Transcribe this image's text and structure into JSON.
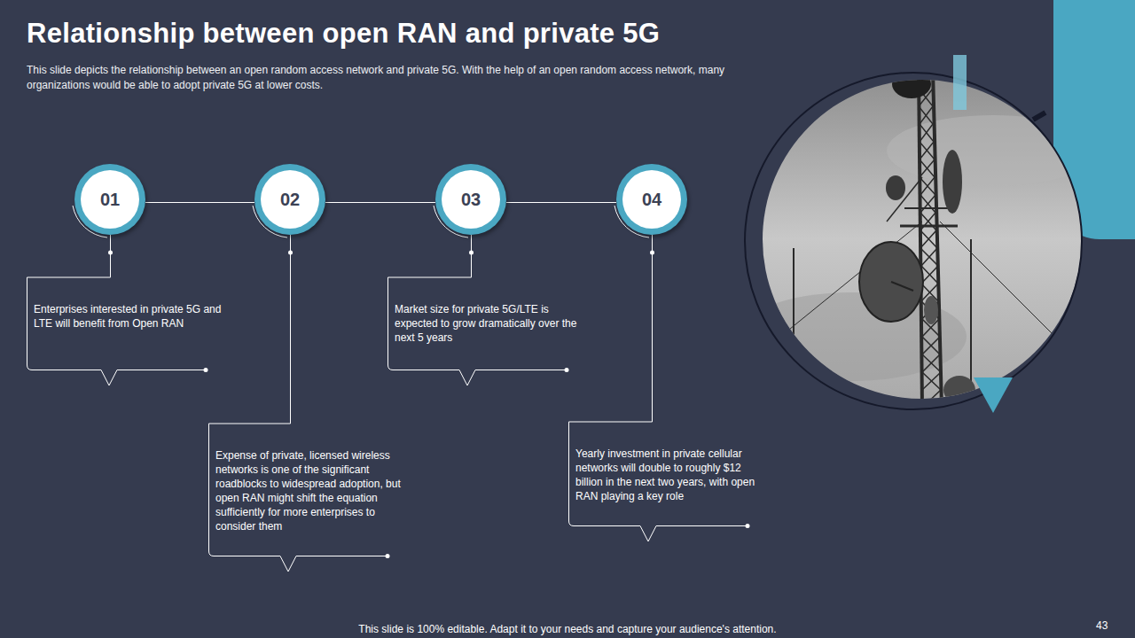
{
  "diagram": {
    "title": "Relationship between open RAN and private 5G",
    "caption": "This slide depicts the relationship between an open random access network and private 5G. With the help of an open random access network, many organizations would be able to adopt private 5G at lower costs.",
    "nodes": [
      {
        "text": [
          "01"
        ]
      },
      {
        "text": [
          "02"
        ]
      },
      {
        "text": [
          "03"
        ]
      },
      {
        "text": [
          "04"
        ]
      },
      {
        "text": [
          "Enterprises interested in private 5G and LTE will benefit from Open RAN"
        ]
      },
      {
        "text": [
          "Expense of private, licensed wireless networks is one of the significant roadblocks to widespread adoption, but open RAN might shift the equation sufficiently for more enterprises to consider them"
        ]
      },
      {
        "text": [
          "Market size for private 5G/LTE is expected to grow dramatically over the next 5 years"
        ]
      },
      {
        "text": [
          "Yearly investment in private cellular networks will double to roughly $12 billion in the next two years, with open RAN playing a key role"
        ]
      }
    ],
    "edges": [
      {
        "from": 0,
        "to": 1,
        "arrow": "none"
      },
      {
        "from": 1,
        "to": 2,
        "arrow": "none"
      },
      {
        "from": 2,
        "to": 3,
        "arrow": "none"
      },
      {
        "from": 0,
        "to": 4,
        "arrow": "none"
      },
      {
        "from": 1,
        "to": 5,
        "arrow": "none"
      },
      {
        "from": 2,
        "to": 6,
        "arrow": "none"
      },
      {
        "from": 3,
        "to": 7,
        "arrow": "none"
      }
    ],
    "labels": [
      "This slide is 100% editable. Adapt it to your needs and capture your audience's attention.",
      "43"
    ]
  }
}
